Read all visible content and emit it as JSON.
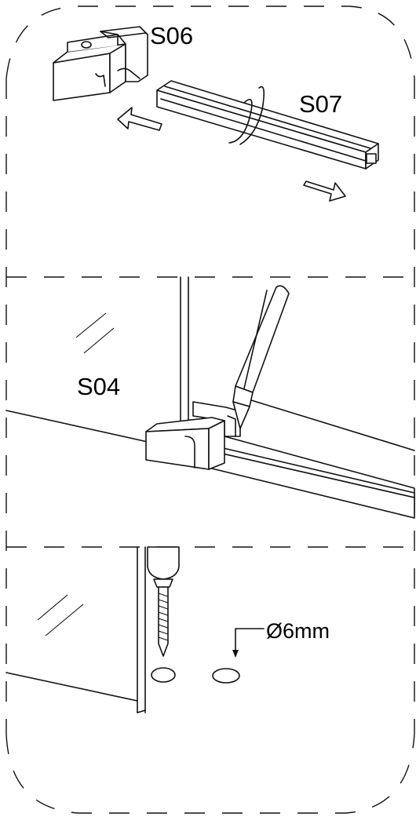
{
  "panels": [
    {
      "id": "panel-1",
      "labels": {
        "part_a": "S06",
        "part_b": "S07"
      }
    },
    {
      "id": "panel-2",
      "labels": {
        "part": "S04"
      }
    },
    {
      "id": "panel-3",
      "labels": {
        "dimension": "Ø6mm"
      }
    }
  ]
}
